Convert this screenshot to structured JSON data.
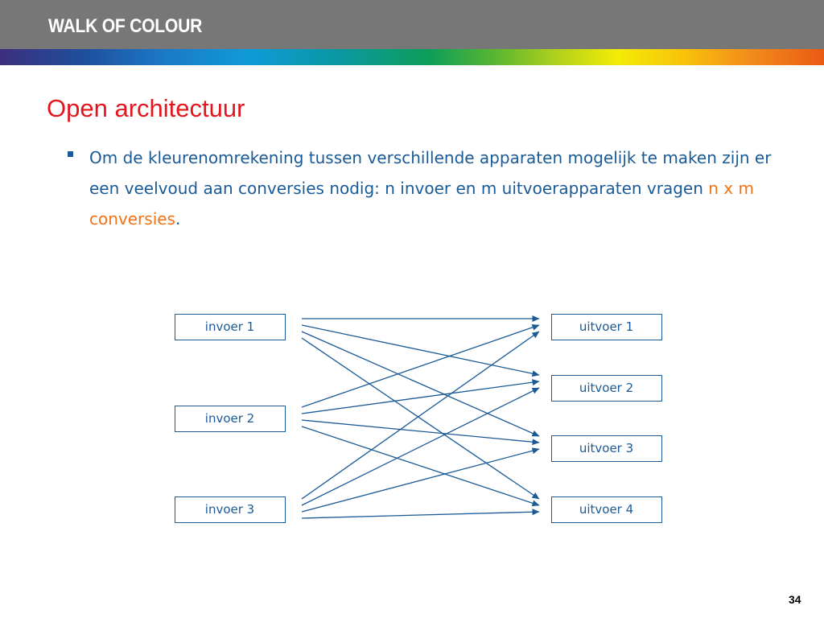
{
  "header": {
    "title": "WALK OF COLOUR"
  },
  "slide": {
    "title": "Open architectuur",
    "bullet": {
      "text_before": "Om de kleurenomrekening tussen verschillende apparaten mogelijk te maken zijn er een veelvoud aan conversies nodig: n invoer en m uitvoerapparaten vragen ",
      "highlight": "n x m conversies",
      "text_after": "."
    }
  },
  "diagram": {
    "inputs": [
      "invoer 1",
      "invoer 2",
      "invoer 3"
    ],
    "outputs": [
      "uitvoer 1",
      "uitvoer 2",
      "uitvoer 3",
      "uitvoer 4"
    ]
  },
  "colors": {
    "accent_title": "#e1161f",
    "text_blue": "#1a5a96",
    "highlight_orange": "#f07218",
    "header_gray": "#777777"
  },
  "footer": {
    "page_number": "34"
  }
}
